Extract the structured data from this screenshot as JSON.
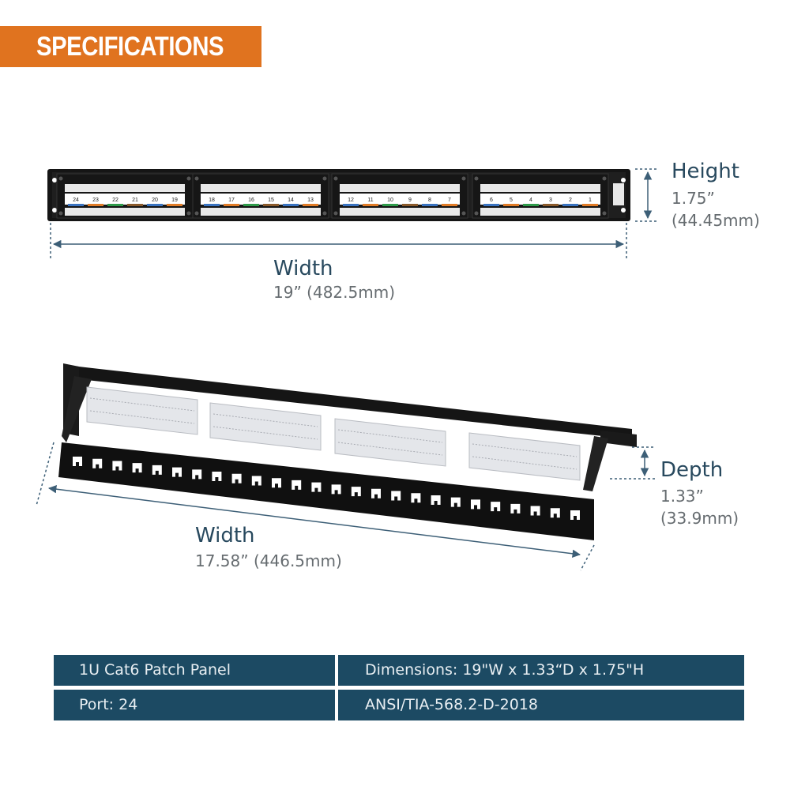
{
  "header": {
    "title": "SPECIFICATIONS"
  },
  "front_view": {
    "height": {
      "label": "Height",
      "value_in": "1.75”",
      "value_mm": "(44.45mm)"
    },
    "width": {
      "label": "Width",
      "value": "19” (482.5mm)"
    },
    "port_groups": [
      [
        "24",
        "23",
        "22",
        "21",
        "20",
        "19"
      ],
      [
        "18",
        "17",
        "16",
        "15",
        "14",
        "13"
      ],
      [
        "12",
        "11",
        "10",
        "9",
        "8",
        "7"
      ],
      [
        "6",
        "5",
        "4",
        "3",
        "2",
        "1"
      ]
    ]
  },
  "rear_view": {
    "depth": {
      "label": "Depth",
      "value_in": "1.33”",
      "value_mm": "(33.9mm)"
    },
    "width": {
      "label": "Width",
      "value": "17.58” (446.5mm)"
    }
  },
  "specs": [
    {
      "left": "1U Cat6 Patch Panel",
      "right": "Dimensions: 19\"W x 1.33“D x 1.75\"H"
    },
    {
      "left": "Port: 24",
      "right": "ANSI/TIA-568.2-D-2018"
    }
  ],
  "colors": {
    "banner": "#e0731f",
    "table_bg": "#1c4a63",
    "dim_title": "#28495e",
    "dim_line": "#3d5f77"
  },
  "icons": [
    "patch-panel-front-image",
    "patch-panel-rear-image"
  ]
}
